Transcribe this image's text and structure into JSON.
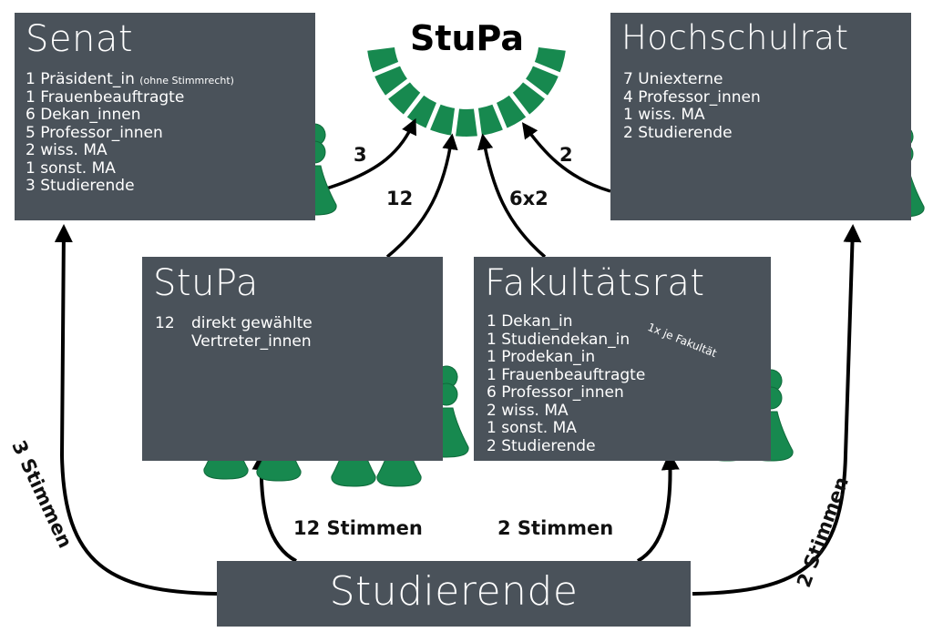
{
  "top_stupa": {
    "title": "StuPa"
  },
  "senat": {
    "title": "Senat",
    "members": [
      {
        "text": "1 Präsident_in",
        "note": "(ohne Stimmrecht)"
      },
      {
        "text": "1 Frauenbeauftragte"
      },
      {
        "text": "6 Dekan_innen"
      },
      {
        "text": "5 Professor_innen"
      },
      {
        "text": "2 wiss. MA"
      },
      {
        "text": "1 sonst. MA"
      },
      {
        "text": "3 Studierende"
      }
    ]
  },
  "hochschulrat": {
    "title": "Hochschulrat",
    "members": [
      "7 Uniexterne",
      "4 Professor_innen",
      "1 wiss. MA",
      "2 Studierende"
    ]
  },
  "stupa_box": {
    "title": "StuPa",
    "count": "12",
    "line1": "direkt gewählte",
    "line2": "Vertreter_innen"
  },
  "fakultaetsrat": {
    "title": "Fakultätsrat",
    "note": "1x je Fakultät",
    "members": [
      "1 Dekan_in",
      "1 Studiendekan_in",
      "1 Prodekan_in",
      "1 Frauenbeauftragte",
      "6 Professor_innen",
      "2 wiss. MA",
      "1 sonst. MA",
      "2 Studierende"
    ]
  },
  "studierende": {
    "title": "Studierende"
  },
  "arrows": {
    "senat_to_stupa": "3",
    "stupa_to_top": "12",
    "fakultaet_to_top": "6x2",
    "hochschulrat_to_top": "2",
    "studierende_to_senat": "3 Stimmen",
    "studierende_to_stupa": "12 Stimmen",
    "studierende_to_fakultaet": "2 Stimmen",
    "studierende_to_hochschulrat": "2 Stimmen"
  },
  "colors": {
    "box": "#4a525a",
    "green": "#17894f",
    "text": "#ffffff",
    "arrow": "#000000"
  }
}
